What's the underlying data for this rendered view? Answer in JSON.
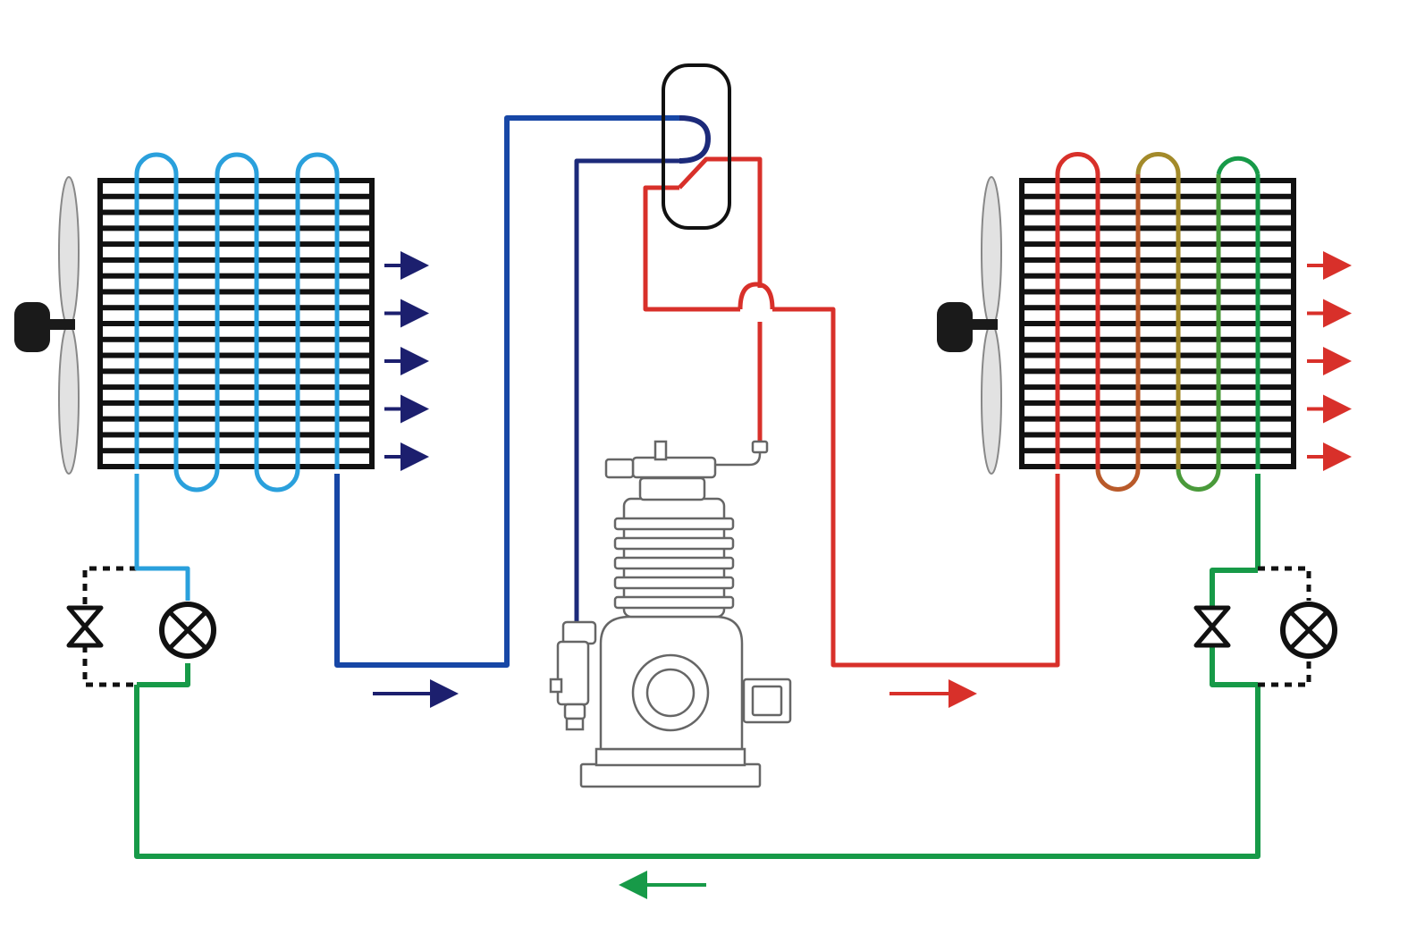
{
  "title": "",
  "colors": {
    "background": "#ffffff",
    "suction_line": "#1747a6",
    "suction_line_dark": "#1c2a7a",
    "evaporator_coil": "#2aa0dc",
    "discharge_line": "#d8302a",
    "liquid_line": "#179a48",
    "condenser_transition": "#a38a2a",
    "fin_black": "#111111",
    "cold_airflow_arrow": "#1c1f6e",
    "hot_airflow_arrow": "#d8302a",
    "fan_blade": "#e2e2e2",
    "fan_motor": "#1a1a1a",
    "compressor_outline": "#666666"
  },
  "components": {
    "evaporator": {
      "icon": "finned-coil-heat-exchanger",
      "tube_rows": 18,
      "coil_passes": 6
    },
    "condenser": {
      "icon": "finned-coil-heat-exchanger",
      "tube_rows": 18,
      "coil_passes": 6
    },
    "evaporator_fan": {
      "icon": "axial-fan-icon"
    },
    "condenser_fan": {
      "icon": "axial-fan-icon"
    },
    "four_way_valve": {
      "icon": "reversing-valve-icon"
    },
    "compressor": {
      "icon": "reciprocating-compressor-icon"
    },
    "left_expansion_valve": {
      "icon": "expansion-valve-icon"
    },
    "left_check_valve": {
      "icon": "check-valve-icon"
    },
    "right_expansion_valve": {
      "icon": "expansion-valve-icon"
    },
    "right_check_valve": {
      "icon": "check-valve-icon"
    }
  },
  "flow_arrows": {
    "evaporator_airflow_count": 5,
    "condenser_airflow_count": 5,
    "suction_direction": "right",
    "discharge_direction": "right",
    "liquid_direction": "left"
  }
}
